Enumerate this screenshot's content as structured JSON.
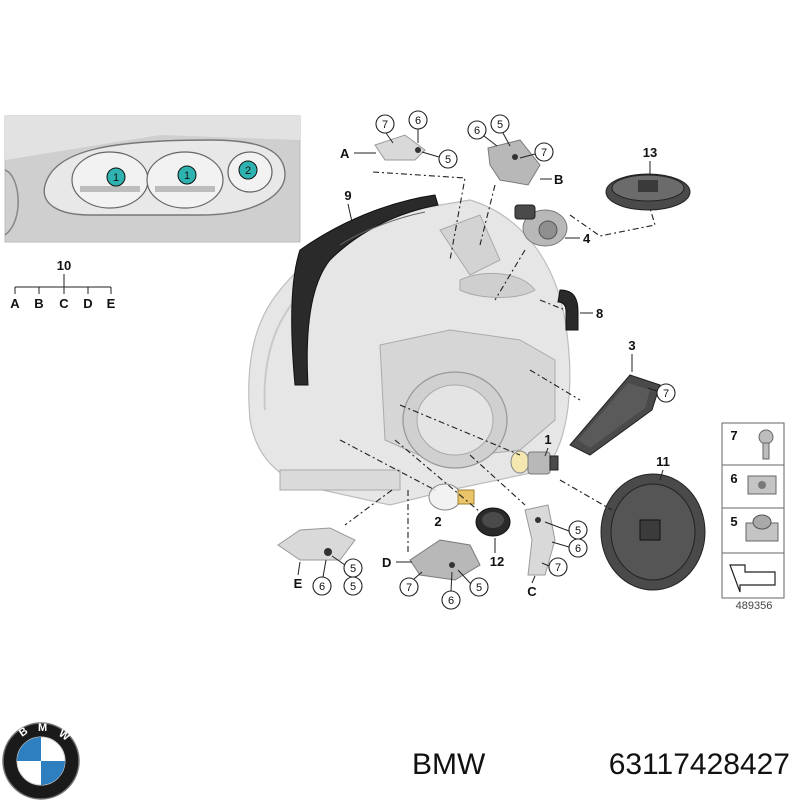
{
  "labels": {
    "n1": "1",
    "n2": "2",
    "n3": "3",
    "n4": "4",
    "n5": "5",
    "n6": "6",
    "n7": "7",
    "n8": "8",
    "n9": "9",
    "n10": "10",
    "n11": "11",
    "n12": "12",
    "n13": "13",
    "A": "A",
    "B": "B",
    "C": "C",
    "D": "D",
    "E": "E"
  },
  "inset": {
    "bulb1": "1",
    "bulb2": "1",
    "bulb3": "2"
  },
  "legend": {
    "row1": "7",
    "row2": "6",
    "row3": "5"
  },
  "tree": {
    "top": "10",
    "leaves": [
      "A",
      "B",
      "C",
      "D",
      "E"
    ]
  },
  "reference_number": "489356",
  "brand_logo": {
    "lettering": "BMW"
  },
  "footer": {
    "brand": "BMW",
    "part_number": "63117428427"
  },
  "colors": {
    "bulb_teal": "#2fb3b0",
    "logo_blue": "#2e7fc0"
  }
}
